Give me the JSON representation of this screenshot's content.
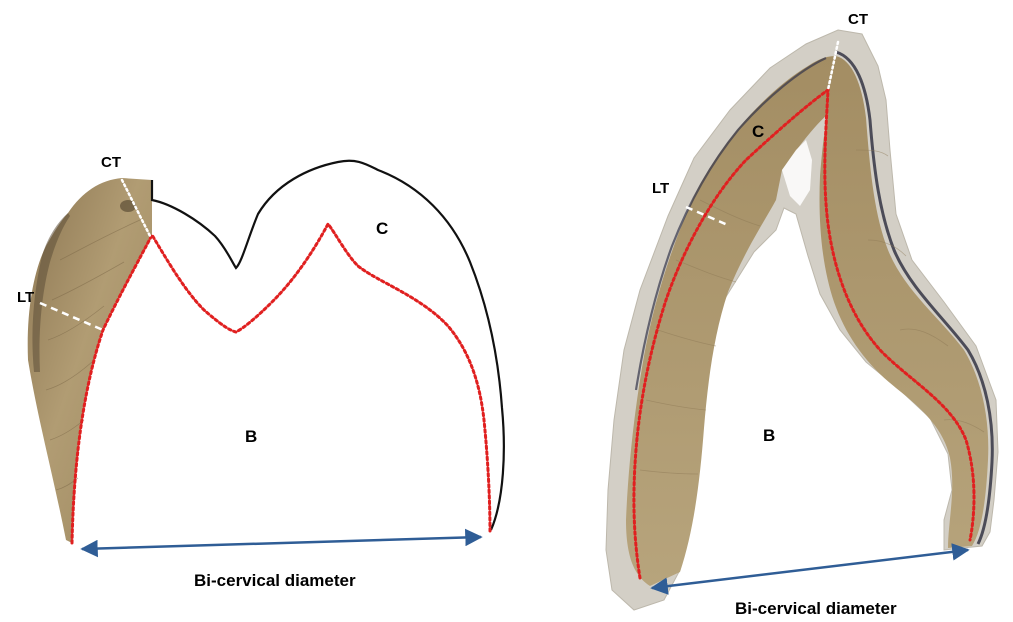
{
  "left_diagram": {
    "labels": {
      "ct": "CT",
      "lt": "LT",
      "c": "C",
      "b": "B",
      "diameter": "Bi-cervical diameter"
    }
  },
  "right_diagram": {
    "labels": {
      "ct": "CT",
      "lt": "LT",
      "c": "C",
      "b": "B",
      "diameter": "Bi-cervical diameter"
    }
  },
  "colors": {
    "outline": "#111111",
    "dentine_trace": "#e02020",
    "enamel_fill": "#a08a62",
    "enamel_dark": "#6b5a3c",
    "mount_grey": "#d3cfc6",
    "blue_arrow": "#2f5d96",
    "dashed_white": "#ffffff"
  }
}
